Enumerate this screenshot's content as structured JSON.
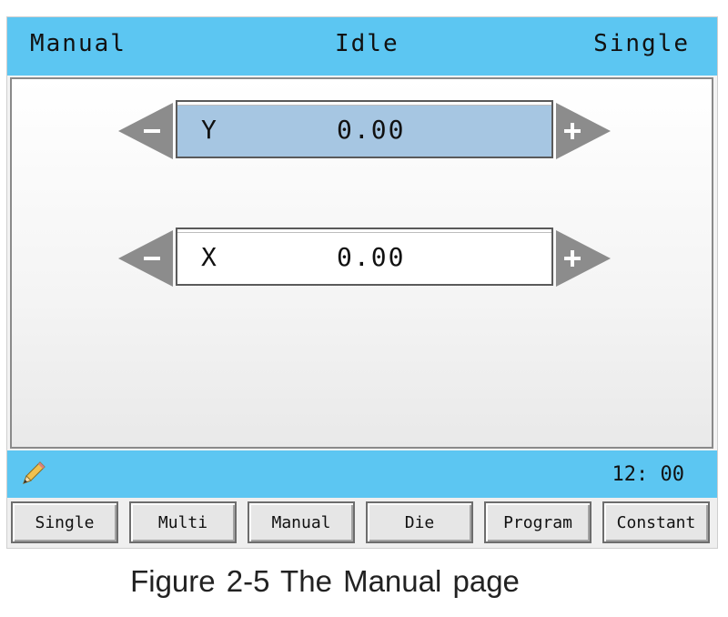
{
  "header": {
    "mode": "Manual",
    "state": "Idle",
    "run_mode": "Single"
  },
  "axes": [
    {
      "name": "Y",
      "value": "0.00",
      "selected": true
    },
    {
      "name": "X",
      "value": "0.00",
      "selected": false
    }
  ],
  "status": {
    "time": "12: 00",
    "edit_icon": "pencil-icon"
  },
  "softkeys": [
    "Single",
    "Multi",
    "Manual",
    "Die",
    "Program",
    "Constant"
  ],
  "caption": "Figure 2-5    The Manual page",
  "colors": {
    "bar": "#5cc6f2",
    "selected_field": "#a6c6e2",
    "arrow": "#8c8c8c"
  }
}
